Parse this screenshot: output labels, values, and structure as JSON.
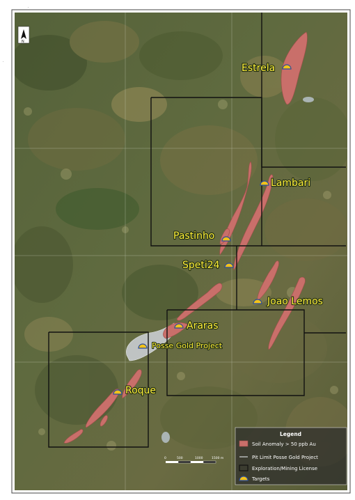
{
  "map": {
    "colors": {
      "soil_anomaly": "#c96f6a",
      "pit_limit": "#bfc3c3",
      "license_border": "#111111",
      "target_icon": "#f2c21a"
    },
    "targets": [
      {
        "id": "estrela",
        "name": "Estrela"
      },
      {
        "id": "lambari",
        "name": "Lambari"
      },
      {
        "id": "pastinho",
        "name": "Pastinho"
      },
      {
        "id": "speti24",
        "name": "Speti24"
      },
      {
        "id": "joao-lemos",
        "name": "Joao Lemos"
      },
      {
        "id": "araras",
        "name": "Araras"
      },
      {
        "id": "posse",
        "name": "Posse Gold Project"
      },
      {
        "id": "roque",
        "name": "Roque"
      }
    ],
    "legend": {
      "title": "Legend",
      "items": [
        {
          "label": "Soil Anomaly > 50 ppb Au"
        },
        {
          "label": "Pit Limit Posse Gold Project"
        },
        {
          "label": "Exploration/Mining License"
        },
        {
          "label": "Targets"
        }
      ]
    },
    "scale_bar": {
      "labels": [
        "0",
        "500",
        "1000",
        "1500 m"
      ]
    }
  }
}
